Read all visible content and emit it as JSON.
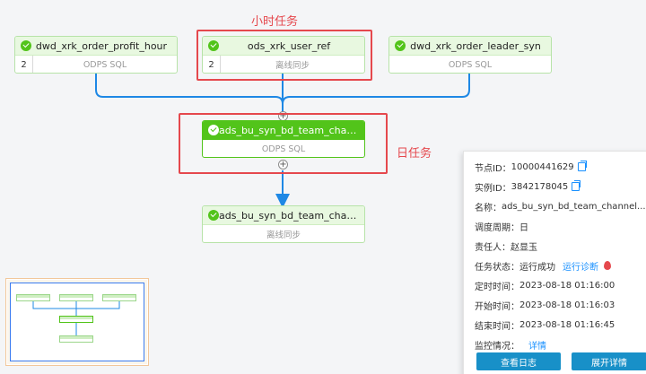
{
  "annotations": {
    "hour_task": "小时任务",
    "day_task": "日任务"
  },
  "nodes": {
    "profit_hour": {
      "name": "dwd_xrk_order_profit_hour",
      "count": "2",
      "type": "ODPS SQL"
    },
    "user_ref": {
      "name": "ods_xrk_user_ref",
      "count": "2",
      "type": "离线同步"
    },
    "leader_syn": {
      "name": "dwd_xrk_order_leader_syn",
      "type": "ODPS SQL"
    },
    "bd_team_sql": {
      "name": "ads_bu_syn_bd_team_chann...",
      "type": "ODPS SQL"
    },
    "bd_team_sync": {
      "name": "ads_bu_syn_bd_team_chann...",
      "type": "离线同步"
    }
  },
  "panel": {
    "node_id_label": "节点ID：",
    "node_id": "10000441629",
    "instance_id_label": "实例ID：",
    "instance_id": "3842178045",
    "name_label": "名称：",
    "name": "ads_bu_syn_bd_team_channel...",
    "schedule_label": "调度周期：",
    "schedule": "日",
    "owner_label": "责任人：",
    "owner": "赵显玉",
    "status_label": "任务状态：",
    "status": "运行成功",
    "diagnose_link": "运行诊断",
    "scheduled_time_label": "定时时间：",
    "scheduled_time": "2023-08-18 01:16:00",
    "start_time_label": "开始时间：",
    "start_time": "2023-08-18 01:16:03",
    "end_time_label": "结束时间：",
    "end_time": "2023-08-18 01:16:45",
    "monitor_label": "监控情况：",
    "monitor_link": "详情",
    "view_log_button": "查看日志",
    "expand_button": "展开详情"
  },
  "colors": {
    "success_green": "#52c41a",
    "edge_blue": "#1e88e5",
    "highlight_red": "#e5484d",
    "link_blue": "#1890ff"
  }
}
